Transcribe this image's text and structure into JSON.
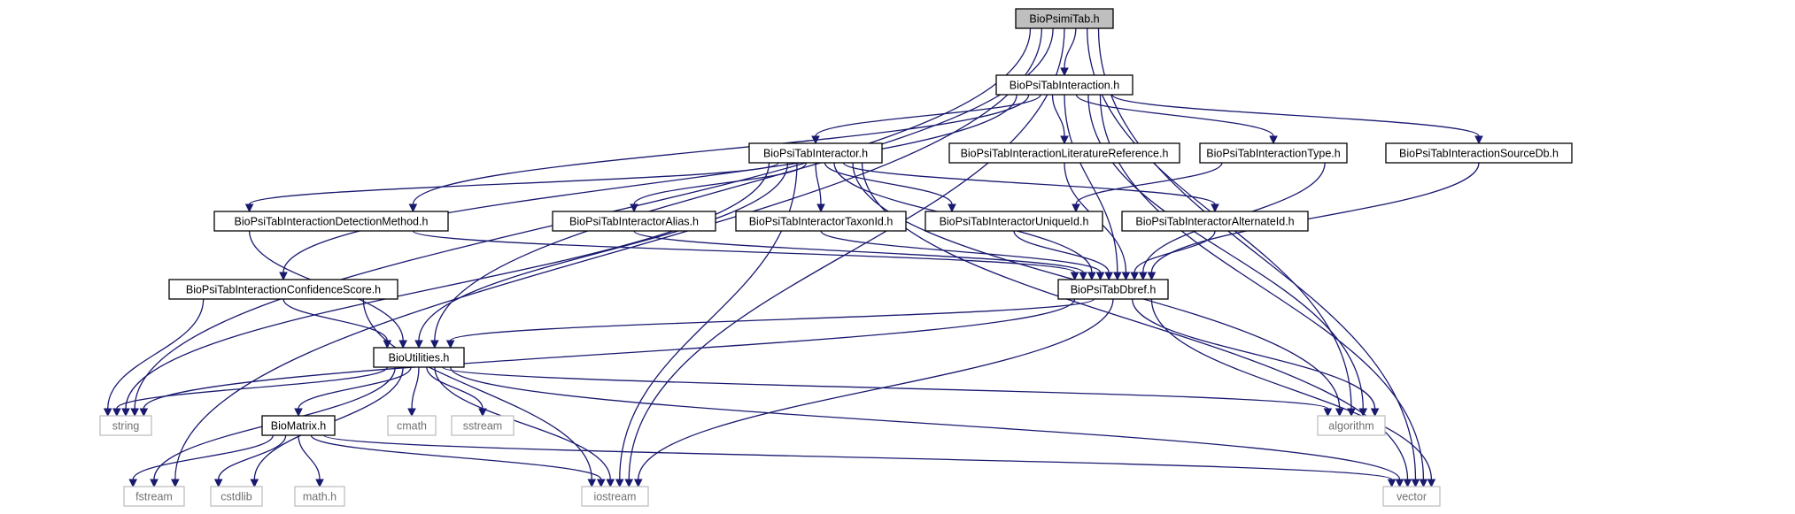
{
  "diagram": {
    "type": "include-dependency-graph",
    "nodes": [
      {
        "id": "root",
        "label": "BioPsimiTab.h",
        "style": "root"
      },
      {
        "id": "interaction",
        "label": "BioPsiTabInteraction.h",
        "style": "file"
      },
      {
        "id": "interactor",
        "label": "BioPsiTabInteractor.h",
        "style": "file"
      },
      {
        "id": "litref",
        "label": "BioPsiTabInteractionLiteratureReference.h",
        "style": "file"
      },
      {
        "id": "itype",
        "label": "BioPsiTabInteractionType.h",
        "style": "file"
      },
      {
        "id": "sourcedb",
        "label": "BioPsiTabInteractionSourceDb.h",
        "style": "file"
      },
      {
        "id": "detection",
        "label": "BioPsiTabInteractionDetectionMethod.h",
        "style": "file"
      },
      {
        "id": "alias",
        "label": "BioPsiTabInteractorAlias.h",
        "style": "file"
      },
      {
        "id": "taxon",
        "label": "BioPsiTabInteractorTaxonId.h",
        "style": "file"
      },
      {
        "id": "uniqueid",
        "label": "BioPsiTabInteractorUniqueId.h",
        "style": "file"
      },
      {
        "id": "altid",
        "label": "BioPsiTabInteractorAlternateId.h",
        "style": "file"
      },
      {
        "id": "confidence",
        "label": "BioPsiTabInteractionConfidenceScore.h",
        "style": "file"
      },
      {
        "id": "dbref",
        "label": "BioPsiTabDbref.h",
        "style": "file"
      },
      {
        "id": "utilities",
        "label": "BioUtilities.h",
        "style": "file"
      },
      {
        "id": "matrix",
        "label": "BioMatrix.h",
        "style": "file"
      },
      {
        "id": "string",
        "label": "string",
        "style": "external"
      },
      {
        "id": "cmath",
        "label": "cmath",
        "style": "external"
      },
      {
        "id": "sstream",
        "label": "sstream",
        "style": "external"
      },
      {
        "id": "algorithm",
        "label": "algorithm",
        "style": "external"
      },
      {
        "id": "fstream",
        "label": "fstream",
        "style": "external"
      },
      {
        "id": "cstdlib",
        "label": "cstdlib",
        "style": "external"
      },
      {
        "id": "mathh",
        "label": "math.h",
        "style": "external"
      },
      {
        "id": "iostream",
        "label": "iostream",
        "style": "external"
      },
      {
        "id": "vector",
        "label": "vector",
        "style": "external"
      }
    ],
    "edges": [
      [
        "root",
        "interaction"
      ],
      [
        "root",
        "string"
      ],
      [
        "root",
        "utilities"
      ],
      [
        "root",
        "fstream"
      ],
      [
        "root",
        "algorithm"
      ],
      [
        "root",
        "iostream"
      ],
      [
        "root",
        "vector"
      ],
      [
        "interaction",
        "interactor"
      ],
      [
        "interaction",
        "litref"
      ],
      [
        "interaction",
        "itype"
      ],
      [
        "interaction",
        "sourcedb"
      ],
      [
        "interaction",
        "detection"
      ],
      [
        "interaction",
        "confidence"
      ],
      [
        "interaction",
        "dbref"
      ],
      [
        "interaction",
        "algorithm"
      ],
      [
        "interaction",
        "vector"
      ],
      [
        "interactor",
        "detection"
      ],
      [
        "interactor",
        "alias"
      ],
      [
        "interactor",
        "taxon"
      ],
      [
        "interactor",
        "uniqueid"
      ],
      [
        "interactor",
        "altid"
      ],
      [
        "interactor",
        "utilities"
      ],
      [
        "interactor",
        "string"
      ],
      [
        "interactor",
        "iostream"
      ],
      [
        "interactor",
        "dbref"
      ],
      [
        "interactor",
        "algorithm"
      ],
      [
        "interactor",
        "vector"
      ],
      [
        "litref",
        "dbref"
      ],
      [
        "itype",
        "dbref"
      ],
      [
        "itype",
        "uniqueid"
      ],
      [
        "sourcedb",
        "dbref"
      ],
      [
        "detection",
        "dbref"
      ],
      [
        "detection",
        "utilities"
      ],
      [
        "alias",
        "dbref"
      ],
      [
        "taxon",
        "dbref"
      ],
      [
        "uniqueid",
        "dbref"
      ],
      [
        "altid",
        "dbref"
      ],
      [
        "confidence",
        "utilities"
      ],
      [
        "confidence",
        "string"
      ],
      [
        "confidence",
        "iostream"
      ],
      [
        "dbref",
        "utilities"
      ],
      [
        "dbref",
        "string"
      ],
      [
        "dbref",
        "iostream"
      ],
      [
        "dbref",
        "algorithm"
      ],
      [
        "dbref",
        "vector"
      ],
      [
        "utilities",
        "string"
      ],
      [
        "utilities",
        "cmath"
      ],
      [
        "utilities",
        "sstream"
      ],
      [
        "utilities",
        "algorithm"
      ],
      [
        "utilities",
        "matrix"
      ],
      [
        "utilities",
        "fstream"
      ],
      [
        "utilities",
        "cstdlib"
      ],
      [
        "utilities",
        "iostream"
      ],
      [
        "utilities",
        "vector"
      ],
      [
        "matrix",
        "fstream"
      ],
      [
        "matrix",
        "cstdlib"
      ],
      [
        "matrix",
        "mathh"
      ],
      [
        "matrix",
        "iostream"
      ],
      [
        "matrix",
        "vector"
      ]
    ],
    "colors": {
      "edge": "#191970",
      "root_fill": "#bfbfbf",
      "file_border": "#000000",
      "external_border": "#bfbfbf",
      "external_text": "#707070"
    }
  }
}
